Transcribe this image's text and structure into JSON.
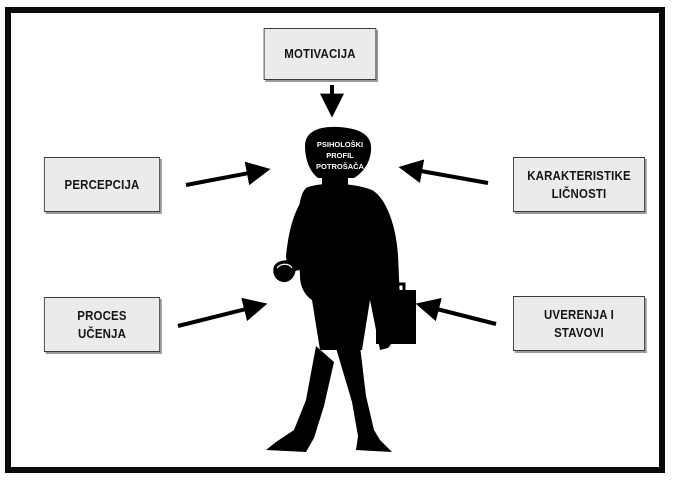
{
  "diagram": {
    "center_label_lines": [
      "PSIHOLOŠKI",
      "PROFIL",
      "POTROŠAČA"
    ],
    "boxes": {
      "motivation": "MOTIVACIJA",
      "perception": "PERCEPCIJA",
      "personality": "KARAKTERISTIKE\nLIČNOSTI",
      "learning": "PROCES\nUČENJA",
      "beliefs": "UVERENJA I\nSTAVOVI"
    }
  }
}
